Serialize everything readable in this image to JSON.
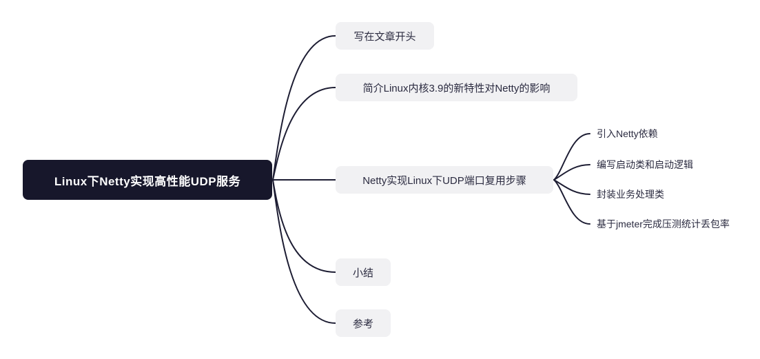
{
  "root": {
    "label": "Linux下Netty实现高性能UDP服务"
  },
  "branches": [
    {
      "label": "写在文章开头"
    },
    {
      "label": "简介Linux内核3.9的新特性对Netty的影响"
    },
    {
      "label": "Netty实现Linux下UDP端口复用步骤",
      "children": [
        {
          "label": "引入Netty依赖"
        },
        {
          "label": "编写启动类和启动逻辑"
        },
        {
          "label": "封装业务处理类"
        },
        {
          "label": "基于jmeter完成压测统计丢包率"
        }
      ]
    },
    {
      "label": "小结"
    },
    {
      "label": "参考"
    }
  ],
  "colors": {
    "bg": "#ffffff",
    "root-bg": "#17172b",
    "root-text": "#ffffff",
    "node-bg": "#f1f1f3",
    "node-text": "#2b2b40",
    "line-color": "#1d1d33"
  }
}
